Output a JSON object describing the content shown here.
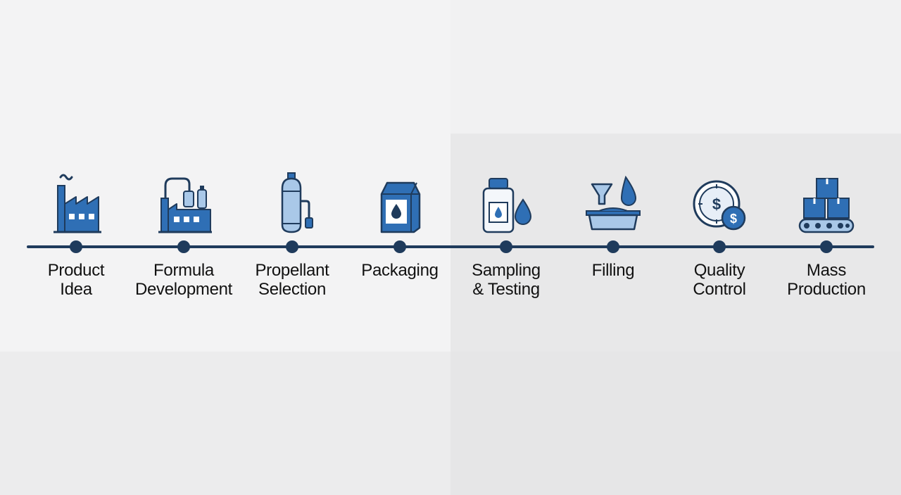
{
  "colors": {
    "line": "#1f3b5c",
    "icon_fill": "#2f6fb5",
    "icon_light": "#a9c8e8",
    "icon_stroke": "#1f3b5c"
  },
  "steps": [
    {
      "icon": "factory-icon",
      "label_lines": [
        "Product",
        "Idea"
      ]
    },
    {
      "icon": "factory-tanks-icon",
      "label_lines": [
        "Formula",
        "Development"
      ]
    },
    {
      "icon": "gas-cylinder-icon",
      "label_lines": [
        "Propellant",
        "Selection"
      ]
    },
    {
      "icon": "milk-carton-icon",
      "label_lines": [
        "Packaging"
      ]
    },
    {
      "icon": "bottle-drop-icon",
      "label_lines": [
        "Sampling",
        "& Testing"
      ]
    },
    {
      "icon": "funnel-tray-icon",
      "label_lines": [
        "Filling"
      ]
    },
    {
      "icon": "dial-coin-icon",
      "label_lines": [
        "Quality",
        "Control"
      ]
    },
    {
      "icon": "conveyor-boxes-icon",
      "label_lines": [
        "Mass",
        "Production"
      ]
    }
  ]
}
